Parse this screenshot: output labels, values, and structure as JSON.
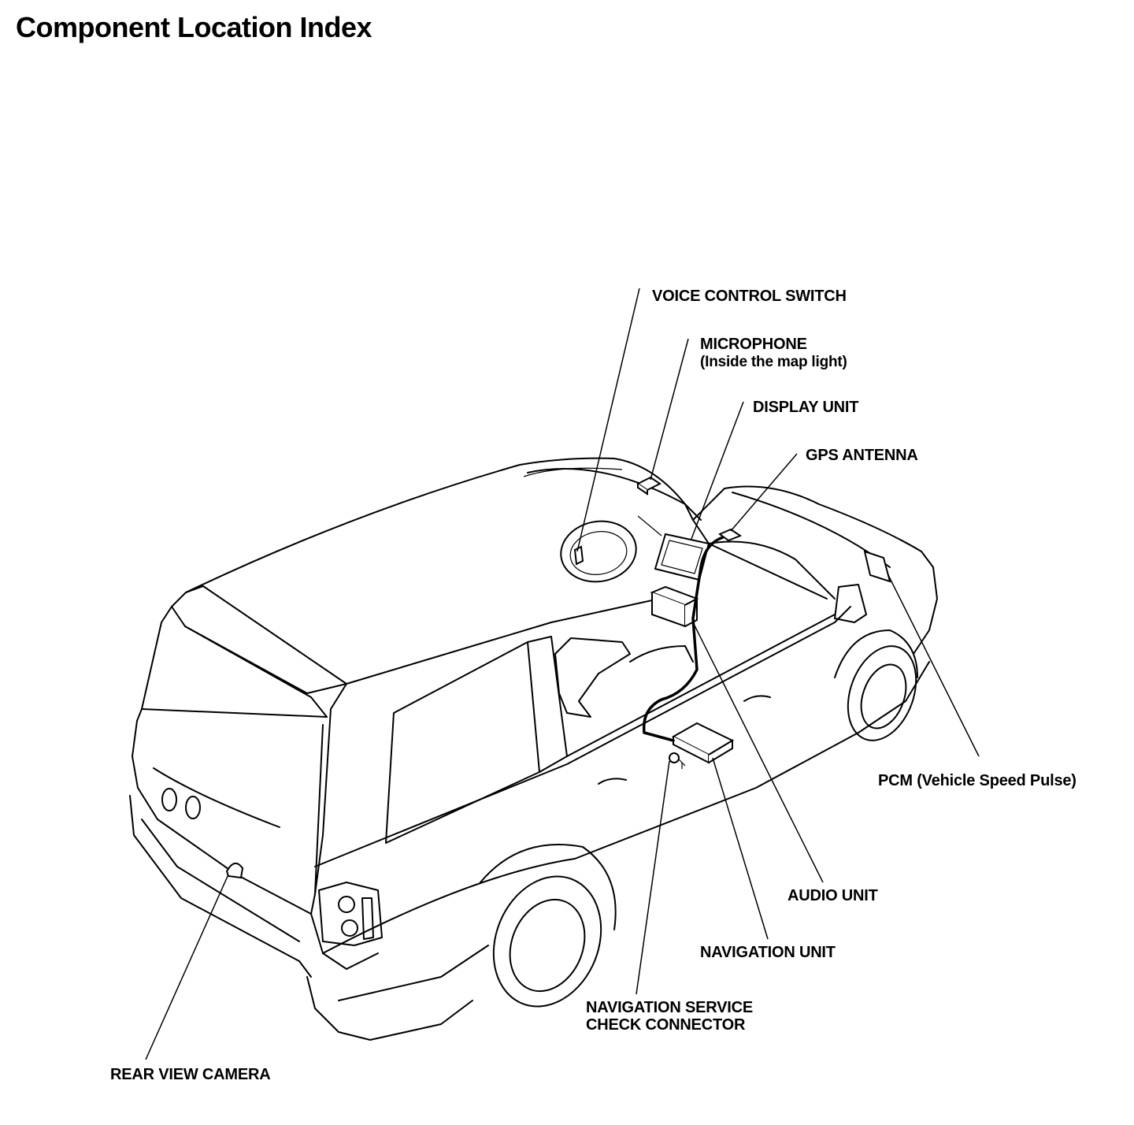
{
  "title": "Component Location Index",
  "labels": {
    "voice_control_switch": "VOICE CONTROL SWITCH",
    "microphone": "MICROPHONE",
    "microphone_note": "(Inside the map light)",
    "display_unit": "DISPLAY UNIT",
    "gps_antenna": "GPS ANTENNA",
    "pcm": "PCM (Vehicle Speed Pulse)",
    "audio_unit": "AUDIO UNIT",
    "navigation_unit": "NAVIGATION UNIT",
    "nav_service_line1": "NAVIGATION SERVICE",
    "nav_service_line2": "CHECK CONNECTOR",
    "rear_view_camera": "REAR VIEW CAMERA"
  }
}
